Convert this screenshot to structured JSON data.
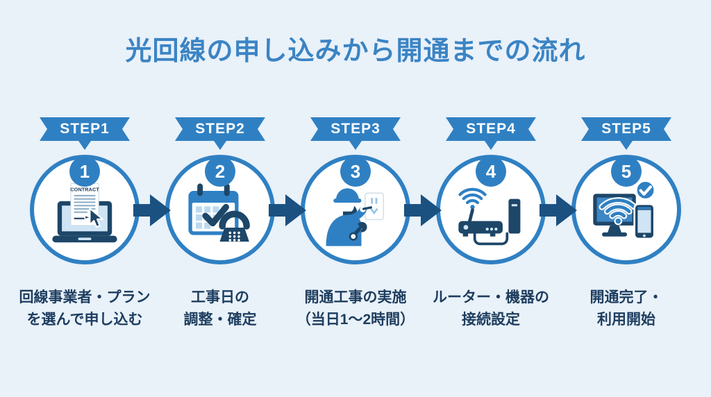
{
  "title": "光回線の申し込みから開通までの流れ",
  "colors": {
    "background": "#e9f1f9",
    "primary_blue": "#2f80c3",
    "title_blue": "#3b84c4",
    "arrow_navy": "#1b5181",
    "icon_navy": "#1d4668",
    "label_navy": "#1d3d5e",
    "light_blue": "#cfe4f4"
  },
  "steps": [
    {
      "banner": "STEP1",
      "number": "1",
      "icon": "laptop-contract-icon",
      "icon_text": "CONTRACT",
      "label_line1": "回線事業者・プラン",
      "label_line2": "を選んで申し込む"
    },
    {
      "banner": "STEP2",
      "number": "2",
      "icon": "calendar-phone-icon",
      "label_line1": "工事日の",
      "label_line2": "調整・確定"
    },
    {
      "banner": "STEP3",
      "number": "3",
      "icon": "technician-outlet-icon",
      "label_line1": "開通工事の実施",
      "label_line2": "（当日1〜2時間）"
    },
    {
      "banner": "STEP4",
      "number": "4",
      "icon": "router-modem-icon",
      "label_line1": "ルーター・機器の",
      "label_line2": "接続設定"
    },
    {
      "banner": "STEP5",
      "number": "5",
      "icon": "devices-wifi-check-icon",
      "label_line1": "開通完了・",
      "label_line2": "利用開始"
    }
  ]
}
